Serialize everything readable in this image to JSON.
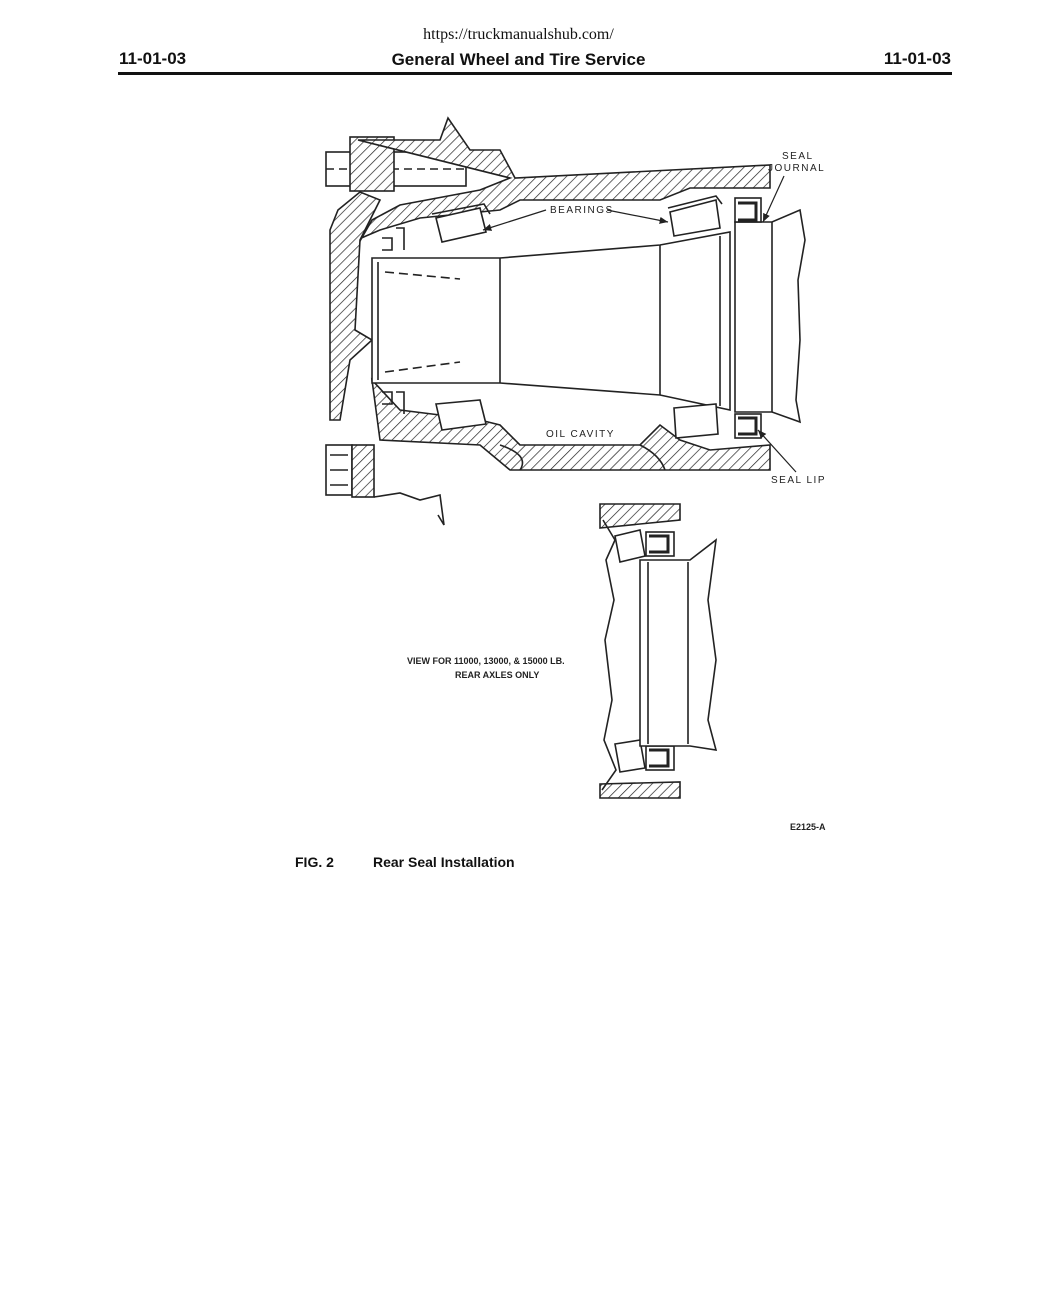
{
  "header": {
    "url": "https://truckmanualshub.com/",
    "section_left": "11-01-03",
    "title": "General Wheel and Tire Service",
    "section_right": "11-01-03"
  },
  "figure": {
    "labels": {
      "seal": "SEAL",
      "journal": "JOURNAL",
      "bearings": "BEARINGS",
      "oil_cavity": "OIL CAVITY",
      "seal_lip": "SEAL LIP"
    },
    "view_note_line1": "VIEW FOR 11000, 13000, & 15000 LB.",
    "view_note_line2": "REAR AXLES ONLY",
    "code": "E2125-A"
  },
  "caption": {
    "number": "FIG. 2",
    "text": "Rear Seal Installation"
  }
}
